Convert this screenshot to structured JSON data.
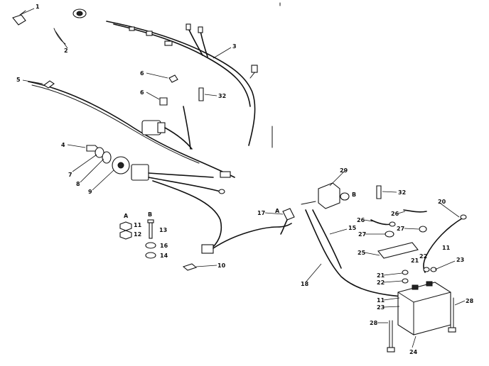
{
  "callouts": {
    "c1": "1",
    "c2": "2",
    "c3": "3",
    "c4": "4",
    "c5": "5",
    "c6a": "6",
    "c6b": "6",
    "c7": "7",
    "c8": "8",
    "c9": "9",
    "c10": "10",
    "cA1": "A",
    "c11a": "11",
    "c12": "12",
    "cB1": "B",
    "c13": "13",
    "c16": "16",
    "c14": "14",
    "c32a": "32",
    "c29": "29",
    "cB2": "B",
    "c17": "17",
    "cA2": "A",
    "c15": "15",
    "c18": "18",
    "c32b": "32",
    "c26a": "26",
    "c26b": "26",
    "c27a": "27",
    "c27b": "27",
    "c20": "20",
    "c25": "25",
    "c21a": "21",
    "c22a": "22",
    "c11b": "11",
    "c23a": "23",
    "c21b": "21",
    "c22b": "22",
    "c11c": "11",
    "c23b": "23",
    "c28a": "28",
    "c28b": "28",
    "c24": "24"
  }
}
